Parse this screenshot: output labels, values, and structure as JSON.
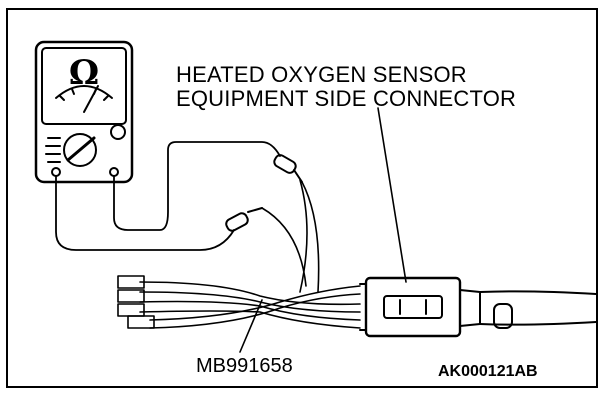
{
  "title": {
    "line1": "HEATED OXYGEN SENSOR",
    "line2": "EQUIPMENT SIDE CONNECTOR"
  },
  "tool_label": "MB991658",
  "figure_code": "AK000121AB",
  "meter": {
    "symbol": "Ω",
    "icon": "ohmmeter-icon"
  },
  "colors": {
    "ink": "#000000",
    "paper": "#ffffff"
  }
}
